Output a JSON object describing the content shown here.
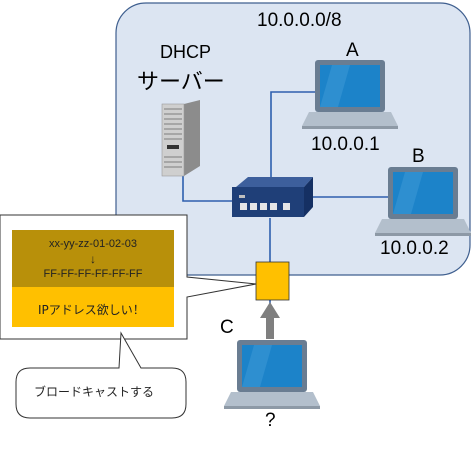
{
  "network": {
    "label": "10.0.0.0/8",
    "region_color": "#dce5f2",
    "region_border": "#3f5f8f",
    "link_color": "#2e5fae"
  },
  "dhcp_server": {
    "title": "DHCP",
    "subtitle": "サーバー"
  },
  "hosts": [
    {
      "name": "A",
      "ip": "10.0.0.1"
    },
    {
      "name": "B",
      "ip": "10.0.0.2"
    },
    {
      "name": "C",
      "ip": "?"
    }
  ],
  "packet": {
    "src_mac": "xx-yy-zz-01-02-03",
    "arrow": "↓",
    "dst_mac": "FF-FF-FF-FF-FF-FF",
    "message": "IPアドレス欲しい！",
    "header_color": "#b8900a",
    "body_color": "#ffc000"
  },
  "callout": {
    "text": "ブロードキャストする"
  },
  "icons": [
    "server-icon",
    "switch-icon",
    "laptop-icon",
    "packet-box-icon",
    "up-arrow-icon"
  ]
}
